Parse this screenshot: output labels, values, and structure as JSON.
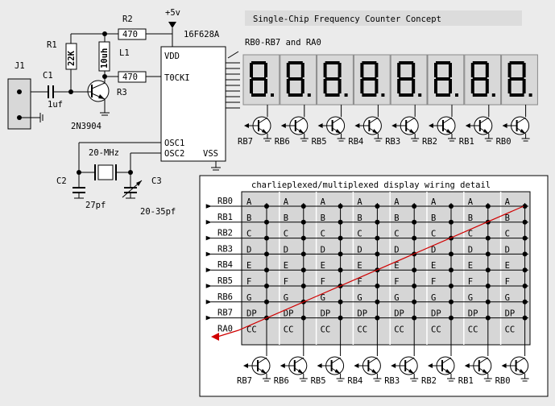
{
  "title": "Single-Chip Frequency Counter Concept",
  "detail_title": "charlieplexed/multiplexed display wiring detail",
  "bus_label": "RB0-RB7 and RA0",
  "power_label": "+5v",
  "ic": {
    "name": "16F628A",
    "pins": {
      "vdd": "VDD",
      "t0cki": "T0CKI",
      "osc1": "OSC1",
      "osc2": "OSC2",
      "vss": "VSS"
    }
  },
  "components": {
    "j1": "J1",
    "c1": "C1",
    "c1_value": "1uf",
    "r1": "R1",
    "r1_value": "22K",
    "l1": "L1",
    "l1_value": "10uh",
    "r2": "R2",
    "r2_value": "470",
    "r3": "R3",
    "r3_value": "470",
    "q1_value": "2N3904",
    "crystal": "20-MHz",
    "c2": "C2",
    "c2_value": "27pf",
    "c3": "C3",
    "c3_value": "20-35pf"
  },
  "transistor_labels": [
    "RB7",
    "RB6",
    "RB5",
    "RB4",
    "RB3",
    "RB2",
    "RB1",
    "RB0"
  ],
  "grid": {
    "rows": [
      "RB0",
      "RB1",
      "RB2",
      "RB3",
      "RB4",
      "RB5",
      "RB6",
      "RB7",
      "RA0"
    ],
    "segments": [
      "A",
      "B",
      "C",
      "D",
      "E",
      "F",
      "G",
      "DP",
      "CC"
    ]
  }
}
